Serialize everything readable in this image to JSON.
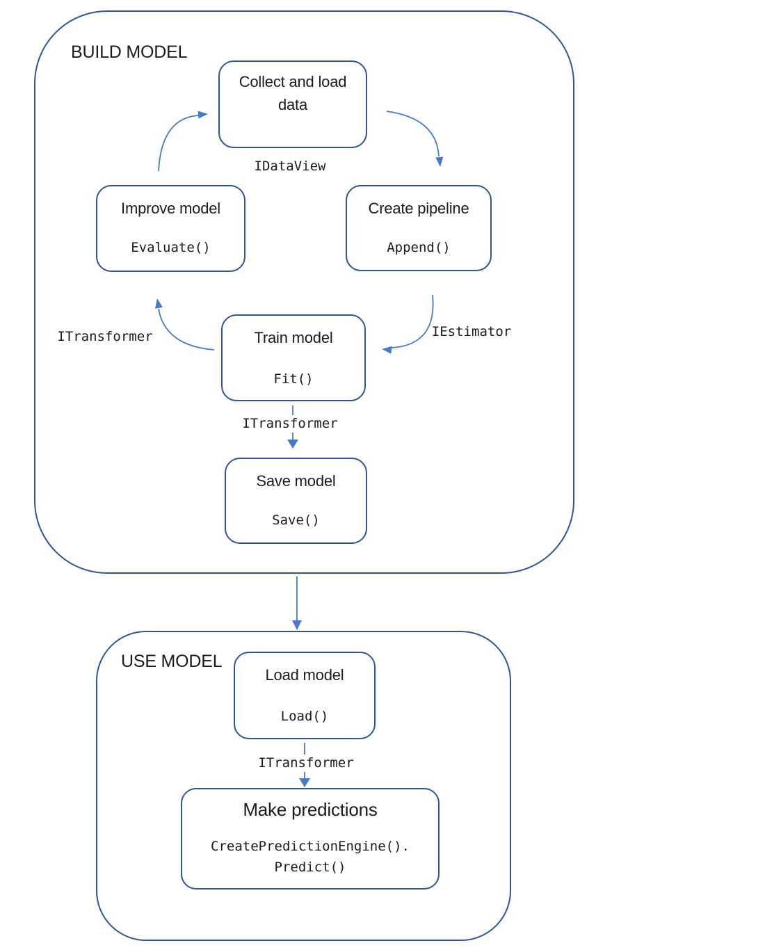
{
  "colors": {
    "outline": "#2f5597",
    "arrow": "#4878c8",
    "text": "#1b1b1b",
    "bg": "#ffffff"
  },
  "containers": {
    "build": {
      "label": "BUILD MODEL"
    },
    "use": {
      "label": "USE MODEL"
    }
  },
  "nodes": {
    "collect": {
      "title_line1": "Collect and load",
      "title_line2": "data"
    },
    "improve": {
      "title": "Improve model",
      "code": "Evaluate()"
    },
    "create": {
      "title": "Create pipeline",
      "code": "Append()"
    },
    "train": {
      "title": "Train model",
      "code": "Fit()"
    },
    "save": {
      "title": "Save model",
      "code": "Save()"
    },
    "load": {
      "title": "Load model",
      "code": "Load()"
    },
    "predict": {
      "title": "Make predictions",
      "code_line1": "CreatePredictionEngine().",
      "code_line2": "Predict()"
    }
  },
  "edge_labels": {
    "idataview": "IDataView",
    "iestimator": "IEstimator",
    "itransformer_left": "ITransformer",
    "itransformer_mid": "ITransformer",
    "itransformer_use": "ITransformer"
  }
}
